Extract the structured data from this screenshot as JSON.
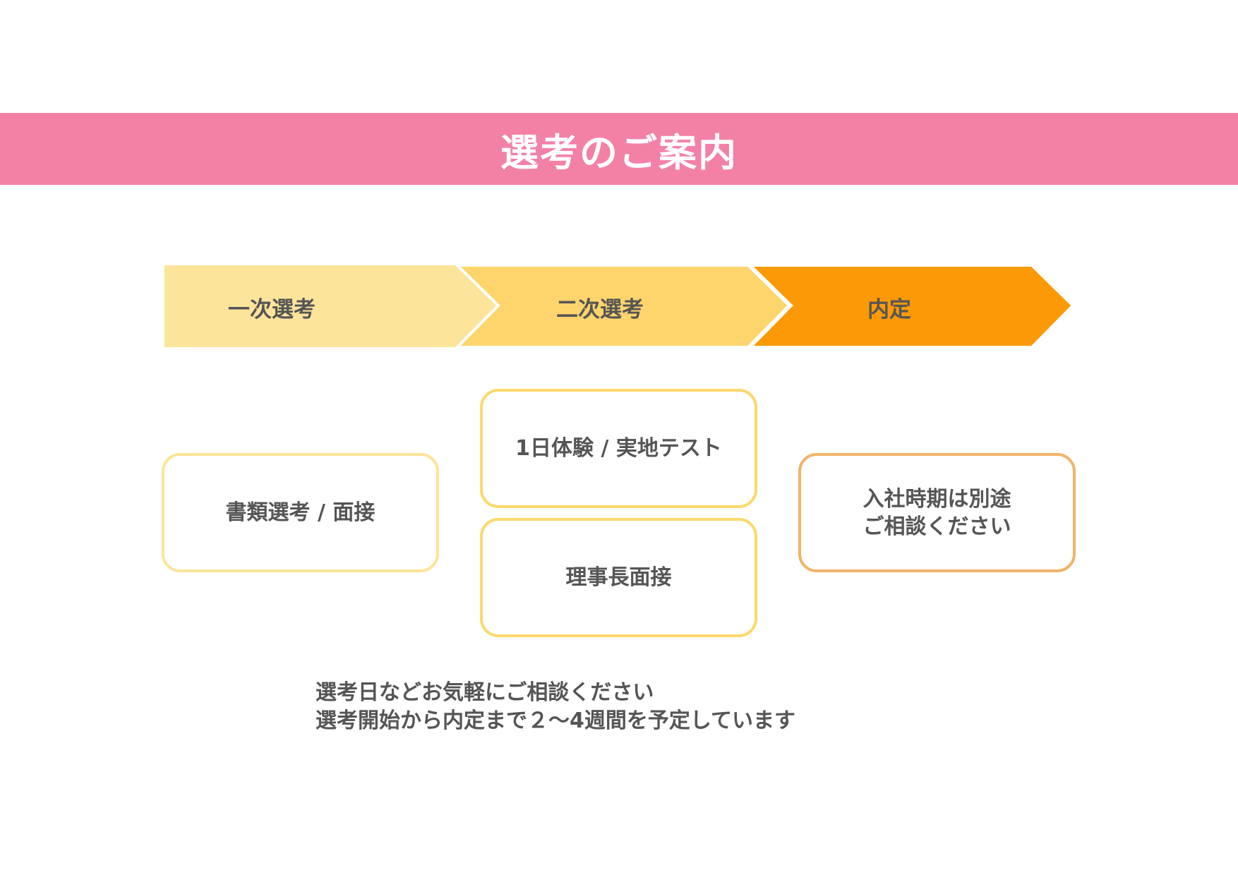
{
  "title": "選考のご案内",
  "colors": {
    "title_band": "#f381a6",
    "step1": "#fde49b",
    "step2": "#fdd56c",
    "step3": "#fb9a06",
    "card1_border": "#fce59a",
    "card2_border": "#fbd96c",
    "card3_border": "#f1b468",
    "text": "#555555"
  },
  "steps": [
    {
      "label": "一次選考"
    },
    {
      "label": "二次選考"
    },
    {
      "label": "内定"
    }
  ],
  "cards": {
    "first": {
      "text": "書類選考 / 面接"
    },
    "second_top": {
      "text": "1日体験 / 実地テスト"
    },
    "second_bottom": {
      "text": "理事長面接"
    },
    "final": {
      "line1": "入社時期は別途",
      "line2": "ご相談ください"
    }
  },
  "notes": [
    "選考日などお気軽にご相談ください",
    "選考開始から内定まで２～4週間を予定しています"
  ]
}
